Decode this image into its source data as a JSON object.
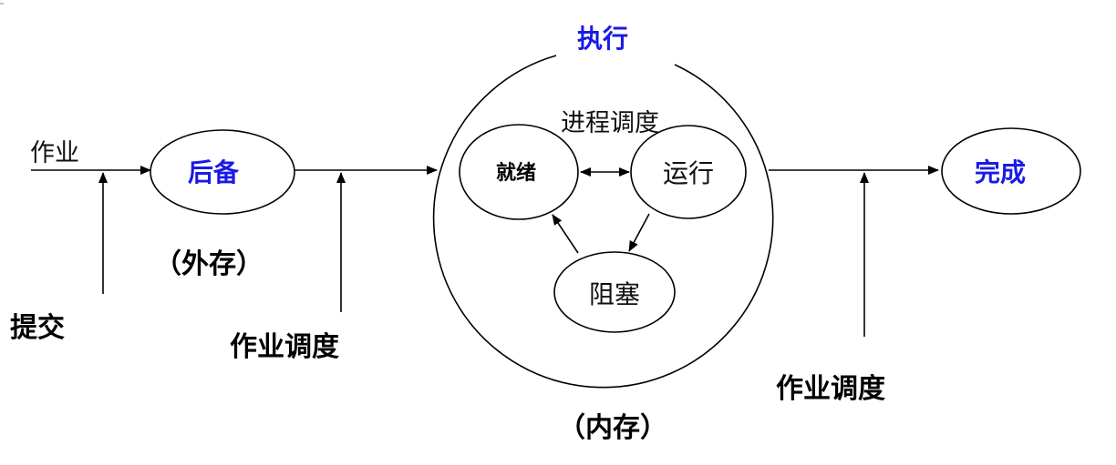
{
  "nodes": {
    "backup": "后备",
    "ready": "就绪",
    "running": "运行",
    "blocked": "阻塞",
    "done": "完成"
  },
  "labels": {
    "execute": "执行",
    "process_scheduling": "进程调度",
    "job_input": "作业",
    "submit": "提交",
    "external_storage": "（外存）",
    "job_scheduling_1": "作业调度",
    "job_scheduling_2": "作业调度",
    "internal_storage": "（内存）"
  },
  "colors": {
    "accent": "#1a1ae6",
    "line": "#000000",
    "text": "#111111"
  }
}
